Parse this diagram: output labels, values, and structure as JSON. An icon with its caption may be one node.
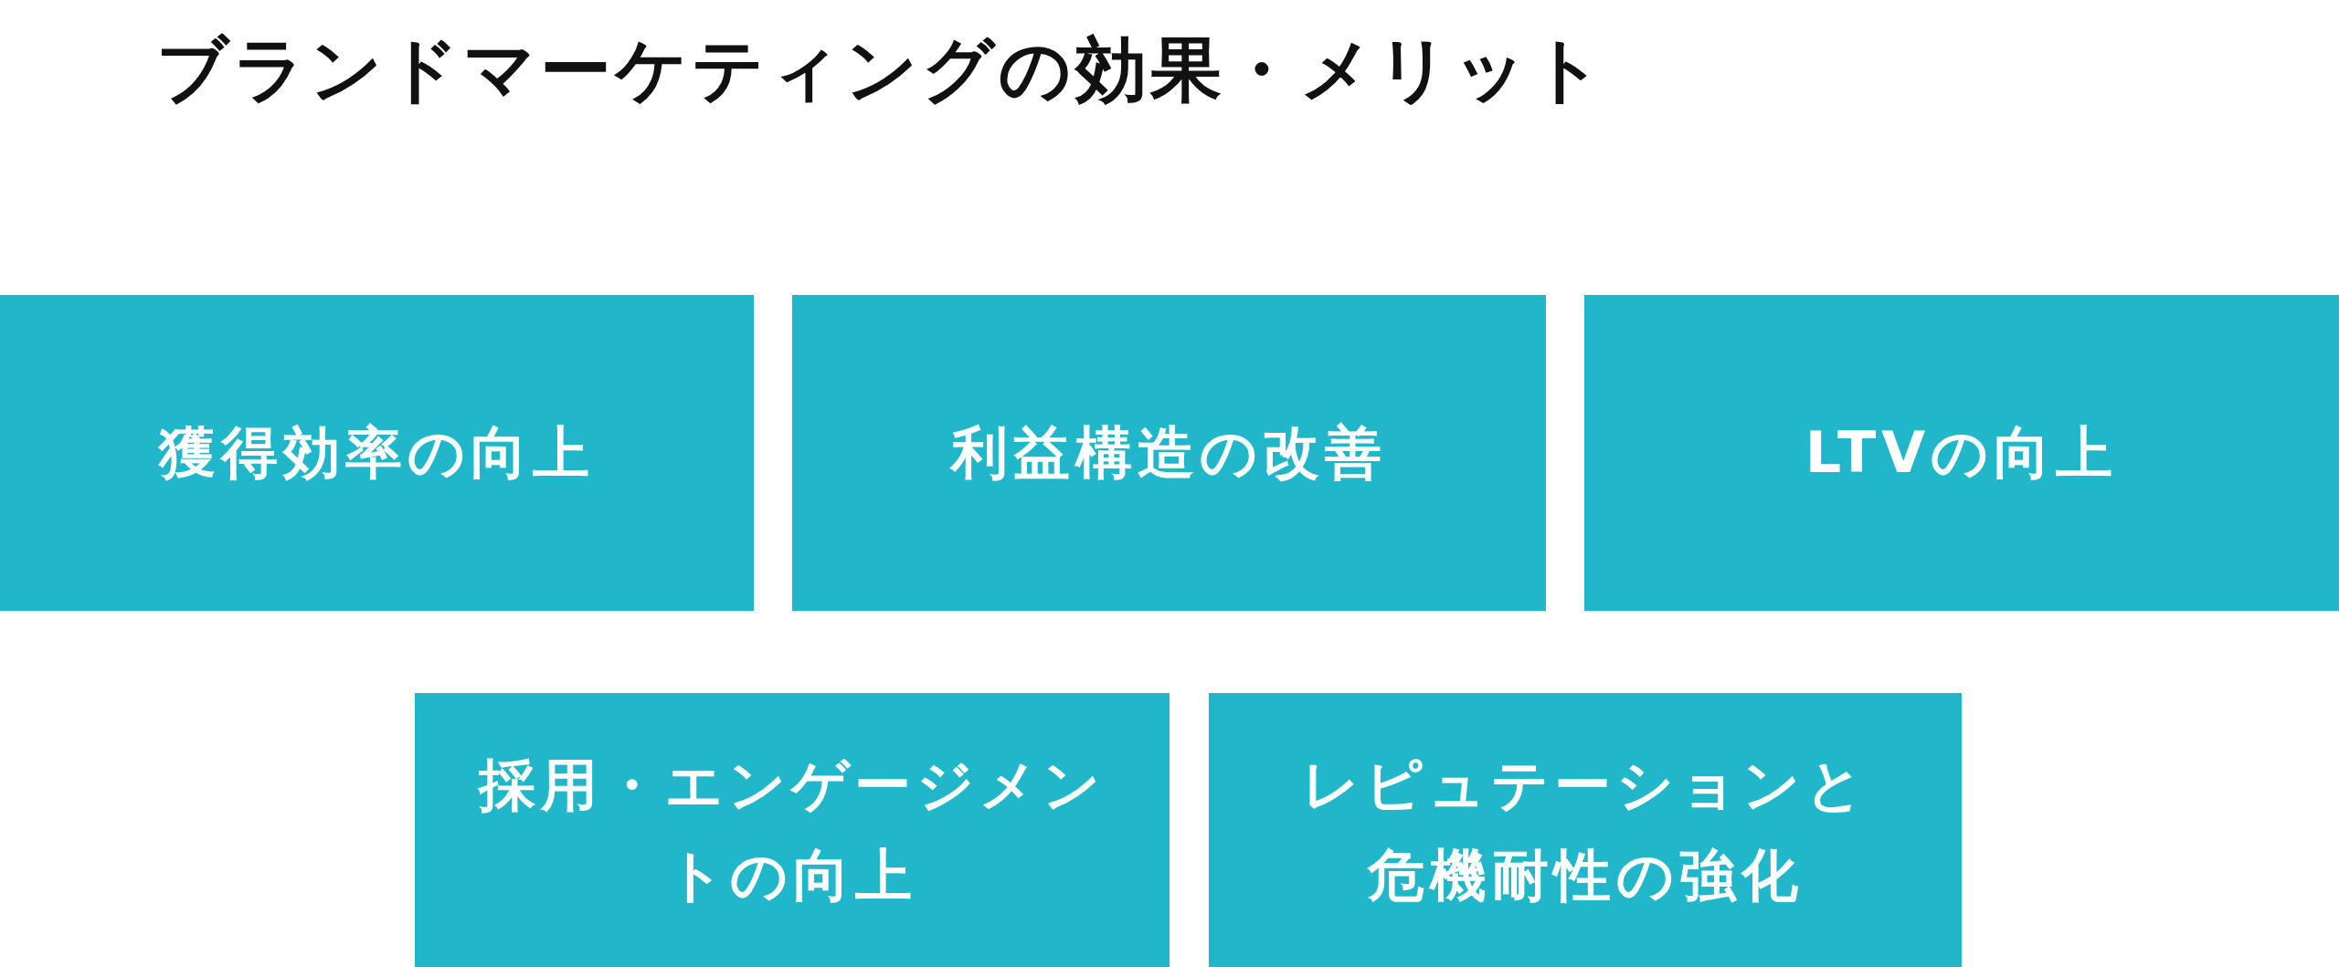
{
  "diagram": {
    "title": "ブランドマーケティングの効果・メリット",
    "nodes": [
      {
        "text": [
          "獲得効率の向上"
        ]
      },
      {
        "text": [
          "利益構造の改善"
        ]
      },
      {
        "text": [
          "LTVの向上"
        ]
      },
      {
        "text": [
          "採用・エンゲージメントの向上"
        ]
      },
      {
        "text": [
          "レピュテーションと危機耐性の強化"
        ]
      }
    ]
  }
}
